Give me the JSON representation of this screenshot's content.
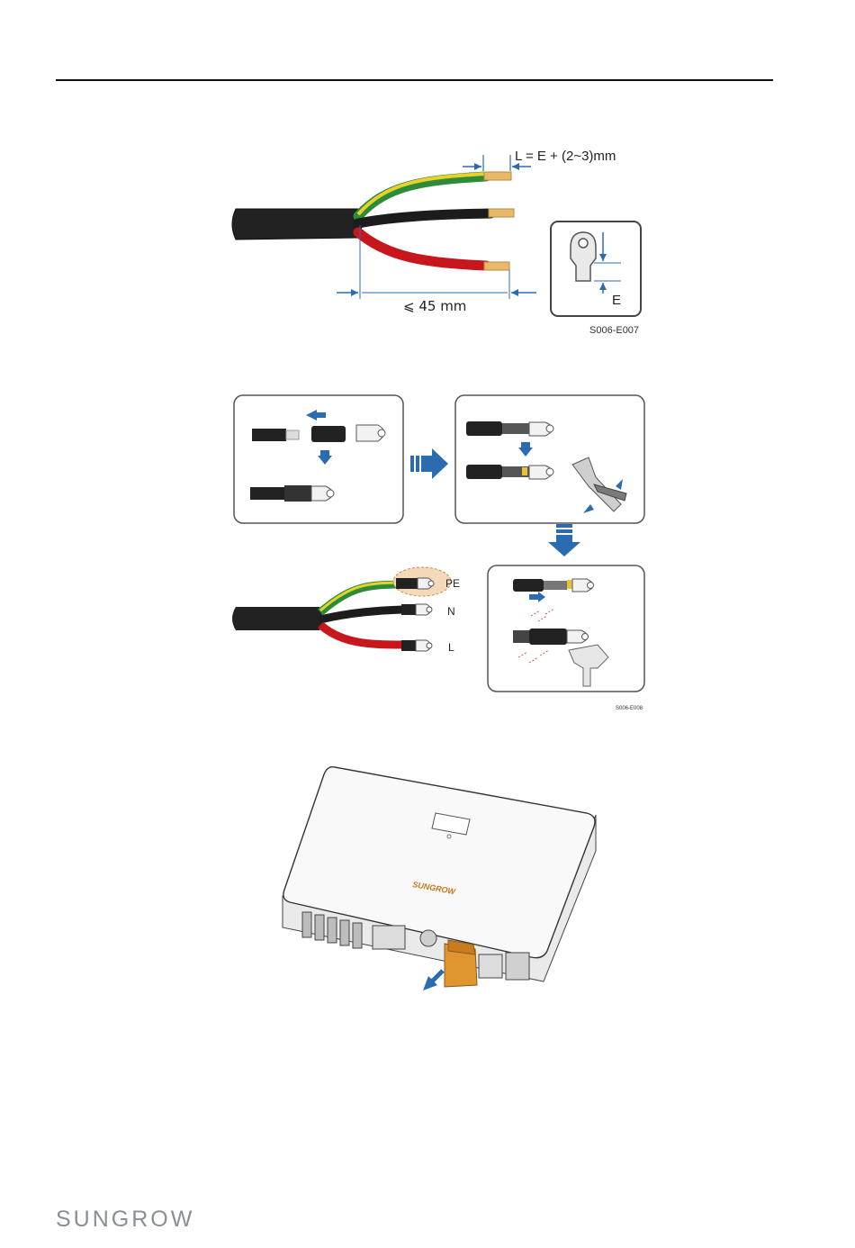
{
  "figure1": {
    "formula_label": "L = E + (2~3)mm",
    "length_label": "⩽ 45 mm",
    "inset_label": "E",
    "figure_id": "S006-E007"
  },
  "figure2": {
    "wire_labels": [
      "PE",
      "N",
      "L"
    ],
    "figure_id": "S006-E008"
  },
  "figure3": {
    "brand_on_device": "SUNGROW"
  },
  "footer": {
    "logo_text": "SUNGROW"
  }
}
